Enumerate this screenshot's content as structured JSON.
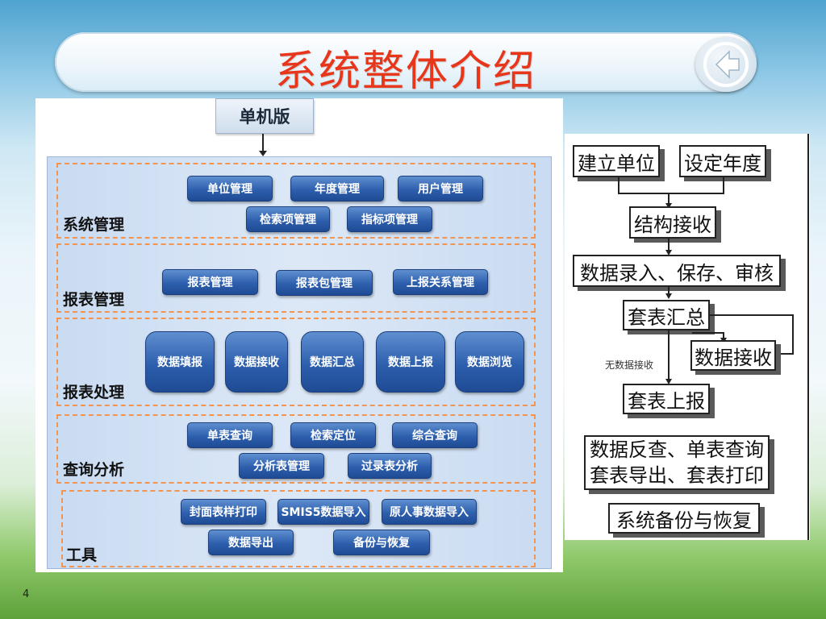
{
  "header": {
    "title": "系统整体介绍",
    "back_icon": "back-arrow-icon"
  },
  "left": {
    "standalone_label": "单机版",
    "sections": {
      "system": {
        "label": "系统管理",
        "buttons": [
          "单位管理",
          "年度管理",
          "用户管理",
          "检索项管理",
          "指标项管理"
        ]
      },
      "report_mgmt": {
        "label": "报表管理",
        "buttons": [
          "报表管理",
          "报表包管理",
          "上报关系管理"
        ]
      },
      "report_proc": {
        "label": "报表处理",
        "buttons": [
          "数据填报",
          "数据接收",
          "数据汇总",
          "数据上报",
          "数据浏览"
        ]
      },
      "query": {
        "label": "查询分析",
        "buttons": [
          "单表查询",
          "检索定位",
          "综合查询",
          "分析表管理",
          "过录表分析"
        ]
      },
      "tools": {
        "label": "工具",
        "buttons": [
          "封面表样打印",
          "SMIS5数据导入",
          "原人事数据导入",
          "数据导出",
          "备份与恢复"
        ]
      }
    }
  },
  "flow": {
    "build_unit": "建立单位",
    "set_year": "设定年度",
    "struct_recv": "结构接收",
    "data_entry": "数据录入、保存、审核",
    "summary": "套表汇总",
    "data_recv": "数据接收",
    "no_data_recv": "无数据接收",
    "upload": "套表上报",
    "query_line1": "数据反查、单表查询",
    "query_line2": "套表导出、套表打印",
    "backup": "系统备份与恢复"
  },
  "page_number": "4",
  "colors": {
    "title": "#e8361a",
    "button": "#2d5fad",
    "dashed_border": "#f29552"
  }
}
